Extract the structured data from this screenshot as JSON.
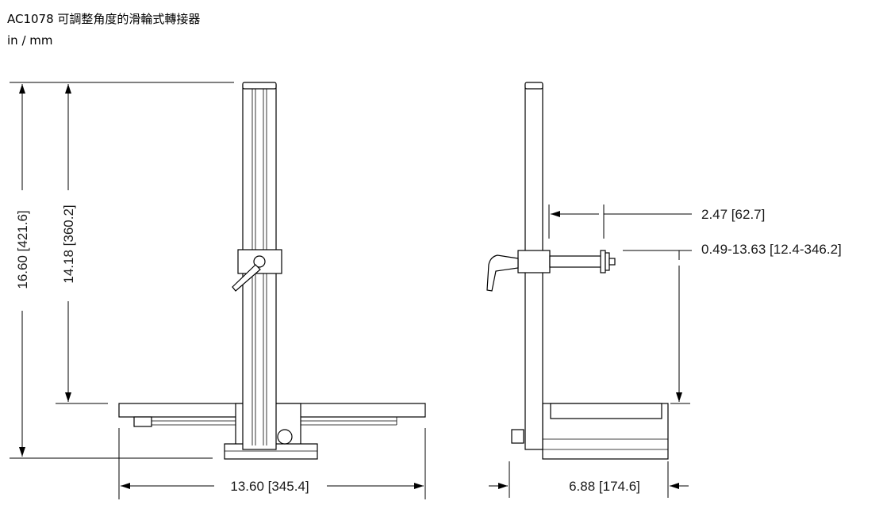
{
  "header": {
    "title": "AC1078 可調整角度的滑輪式轉接器",
    "units": "in / mm"
  },
  "dimensions": {
    "overall_height": "16.60 [421.6]",
    "column_height": "14.18 [360.2]",
    "base_width": "13.60 [345.4]",
    "arm_length": "2.47 [62.7]",
    "arm_height_range": "0.49-13.63 [12.4-346.2]",
    "base_depth": "6.88 [174.6]"
  }
}
